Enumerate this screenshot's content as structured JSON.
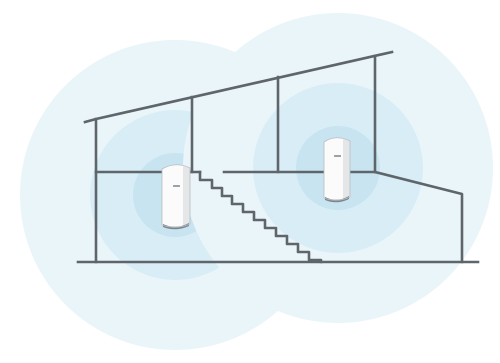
{
  "colors": {
    "wall": "#5e656b",
    "coverage_outer": "#eaf5fa",
    "coverage_mid": "#d9edf6",
    "coverage_inner": "#c8e4f1",
    "router_body": "#fbfbfb",
    "router_side": "#e4e6e8",
    "router_base": "#7d858c"
  },
  "icons": {
    "router": "mesh-router-icon",
    "coverage": "wifi-coverage-rings"
  },
  "routers": [
    {
      "name": "downstairs-router",
      "label": "",
      "floor": "ground"
    },
    {
      "name": "upstairs-router",
      "label": "",
      "floor": "upper"
    }
  ]
}
